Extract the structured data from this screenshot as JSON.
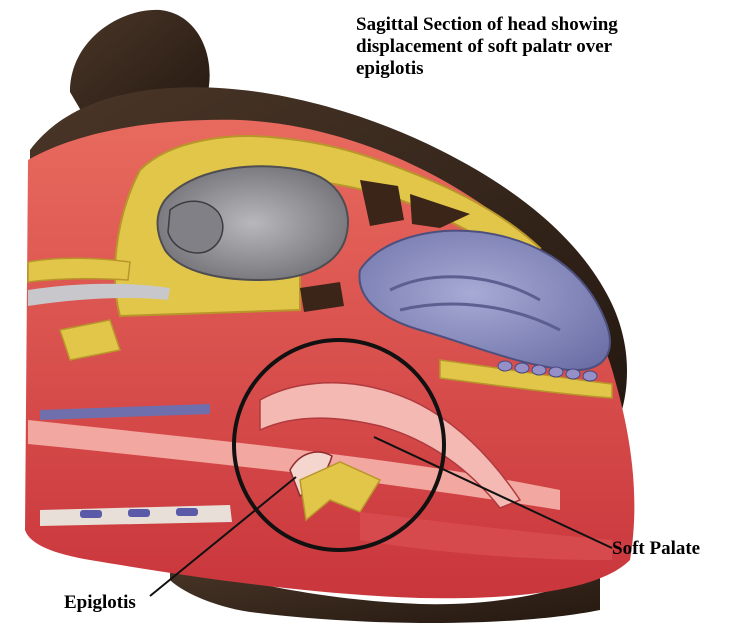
{
  "title": {
    "lines": [
      "Sagittal Section of head showing",
      "displacement of soft palatr over",
      "epiglotis"
    ]
  },
  "labels": {
    "soft_palate": "Soft Palate",
    "epiglottis": "Epiglotis"
  },
  "colors": {
    "muscle": "#d9484c",
    "bone": "#e2c64a",
    "brain": "#9a9aa0",
    "turbinate": "#8c8fc0",
    "fur": "#3a2a22",
    "circle": "#111111"
  }
}
